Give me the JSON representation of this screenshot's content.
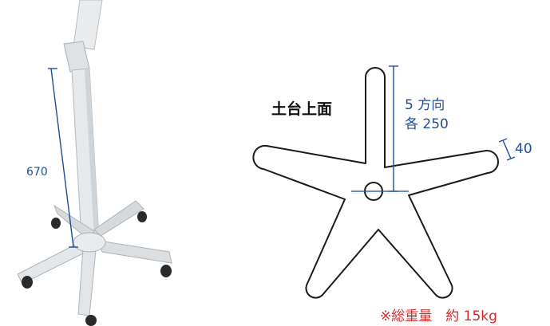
{
  "photo": {
    "height_label": "670"
  },
  "top_view": {
    "title": "土台上面",
    "arm_label_line1": "5 方向",
    "arm_label_line2": "各 250",
    "width_label": "40"
  },
  "footer_note": "※総重量　約 15kg",
  "colors": {
    "dimension": "#1f4e96",
    "outline": "#1a1a1a",
    "note": "#d42a2a",
    "stand_body": "#e2e5e8",
    "stand_shade": "#c4c9ce"
  }
}
